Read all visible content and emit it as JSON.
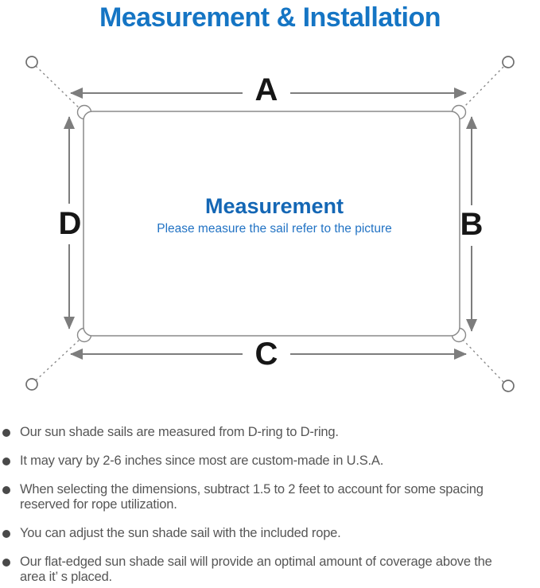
{
  "title": "Measurement & Installation",
  "diagram": {
    "center_title": "Measurement",
    "center_subtitle": "Please measure the sail refer to the picture",
    "dimension_labels": {
      "top": "A",
      "right": "B",
      "bottom": "C",
      "left": "D"
    },
    "colors": {
      "title_blue": "#1575c4",
      "heading_blue": "#1467b5",
      "subtitle_blue": "#2273c4",
      "line_gray": "#7d7d7d",
      "label_black": "#161616",
      "note_gray": "#565656"
    }
  },
  "notes": [
    "Our sun shade sails are measured from D-ring to D-ring.",
    "It may vary by 2-6 inches since most are custom-made in U.S.A.",
    "When selecting the dimensions, subtract 1.5 to 2 feet to account for some spacing reserved for rope utilization.",
    "You can adjust the sun shade sail with the included rope.",
    "Our flat-edged sun shade sail will provide an optimal amount of coverage above the area it’ s placed."
  ]
}
